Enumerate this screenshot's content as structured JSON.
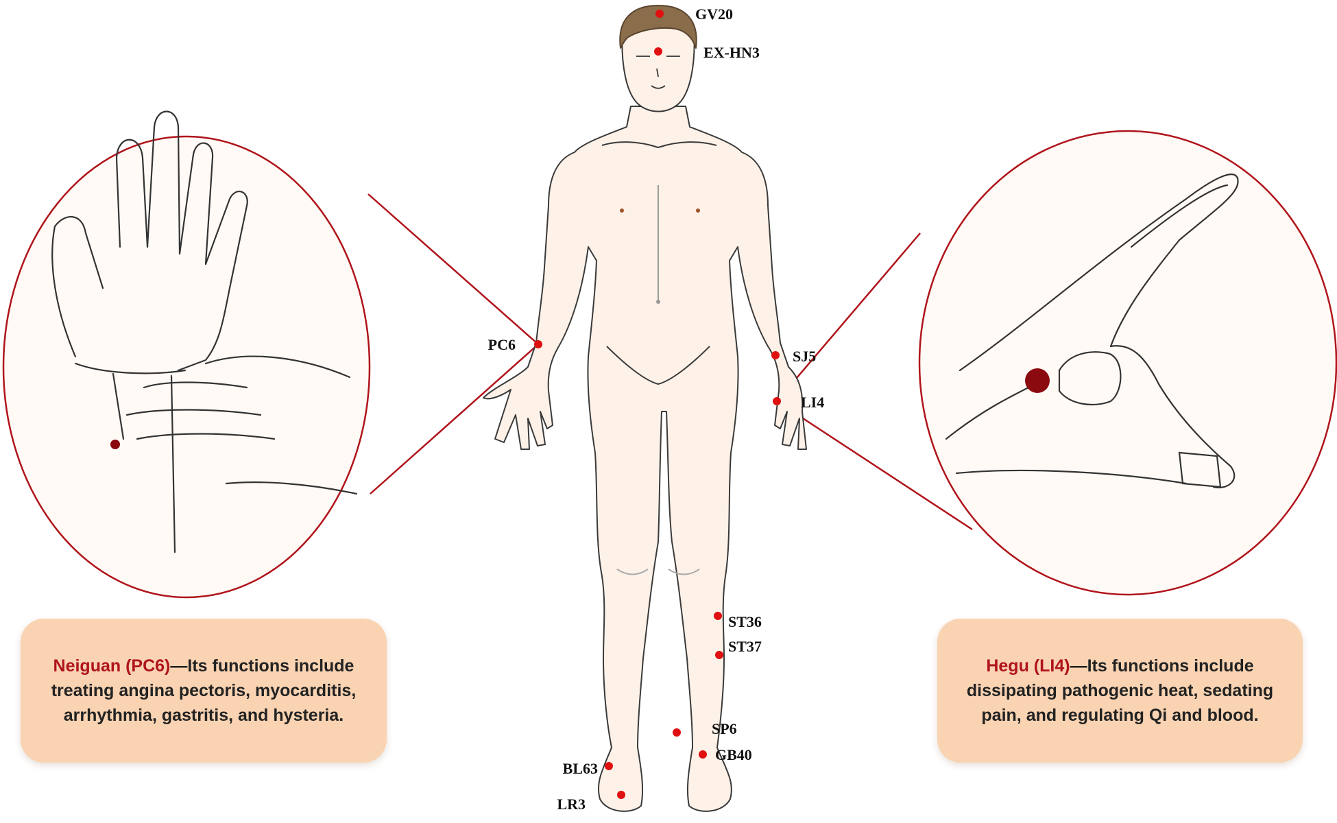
{
  "points": [
    {
      "id": "gv20",
      "label": "GV20"
    },
    {
      "id": "ex-hn3",
      "label": "EX-HN3"
    },
    {
      "id": "pc6",
      "label": "PC6"
    },
    {
      "id": "sj5",
      "label": "SJ5"
    },
    {
      "id": "li4",
      "label": "LI4"
    },
    {
      "id": "st36",
      "label": "ST36"
    },
    {
      "id": "st37",
      "label": "ST37"
    },
    {
      "id": "sp6",
      "label": "SP6"
    },
    {
      "id": "gb40",
      "label": "GB40"
    },
    {
      "id": "bl63",
      "label": "BL63"
    },
    {
      "id": "lr3",
      "label": "LR3"
    }
  ],
  "left_box": {
    "name": "Neiguan (PC6)",
    "text": "—Its functions include treating angina pectoris, myocarditis, arrhythmia, gastritis, and hysteria."
  },
  "right_box": {
    "name": "Hegu (LI4)",
    "text": "—Its functions include dissipating pathogenic heat, sedating pain, and regulating Qi and blood."
  },
  "colors": {
    "acupoint": "#e01010",
    "outline": "#b0141b",
    "skin": "#fdf1e8",
    "box": "#f9d3b2",
    "hair": "#8a6d4b"
  }
}
